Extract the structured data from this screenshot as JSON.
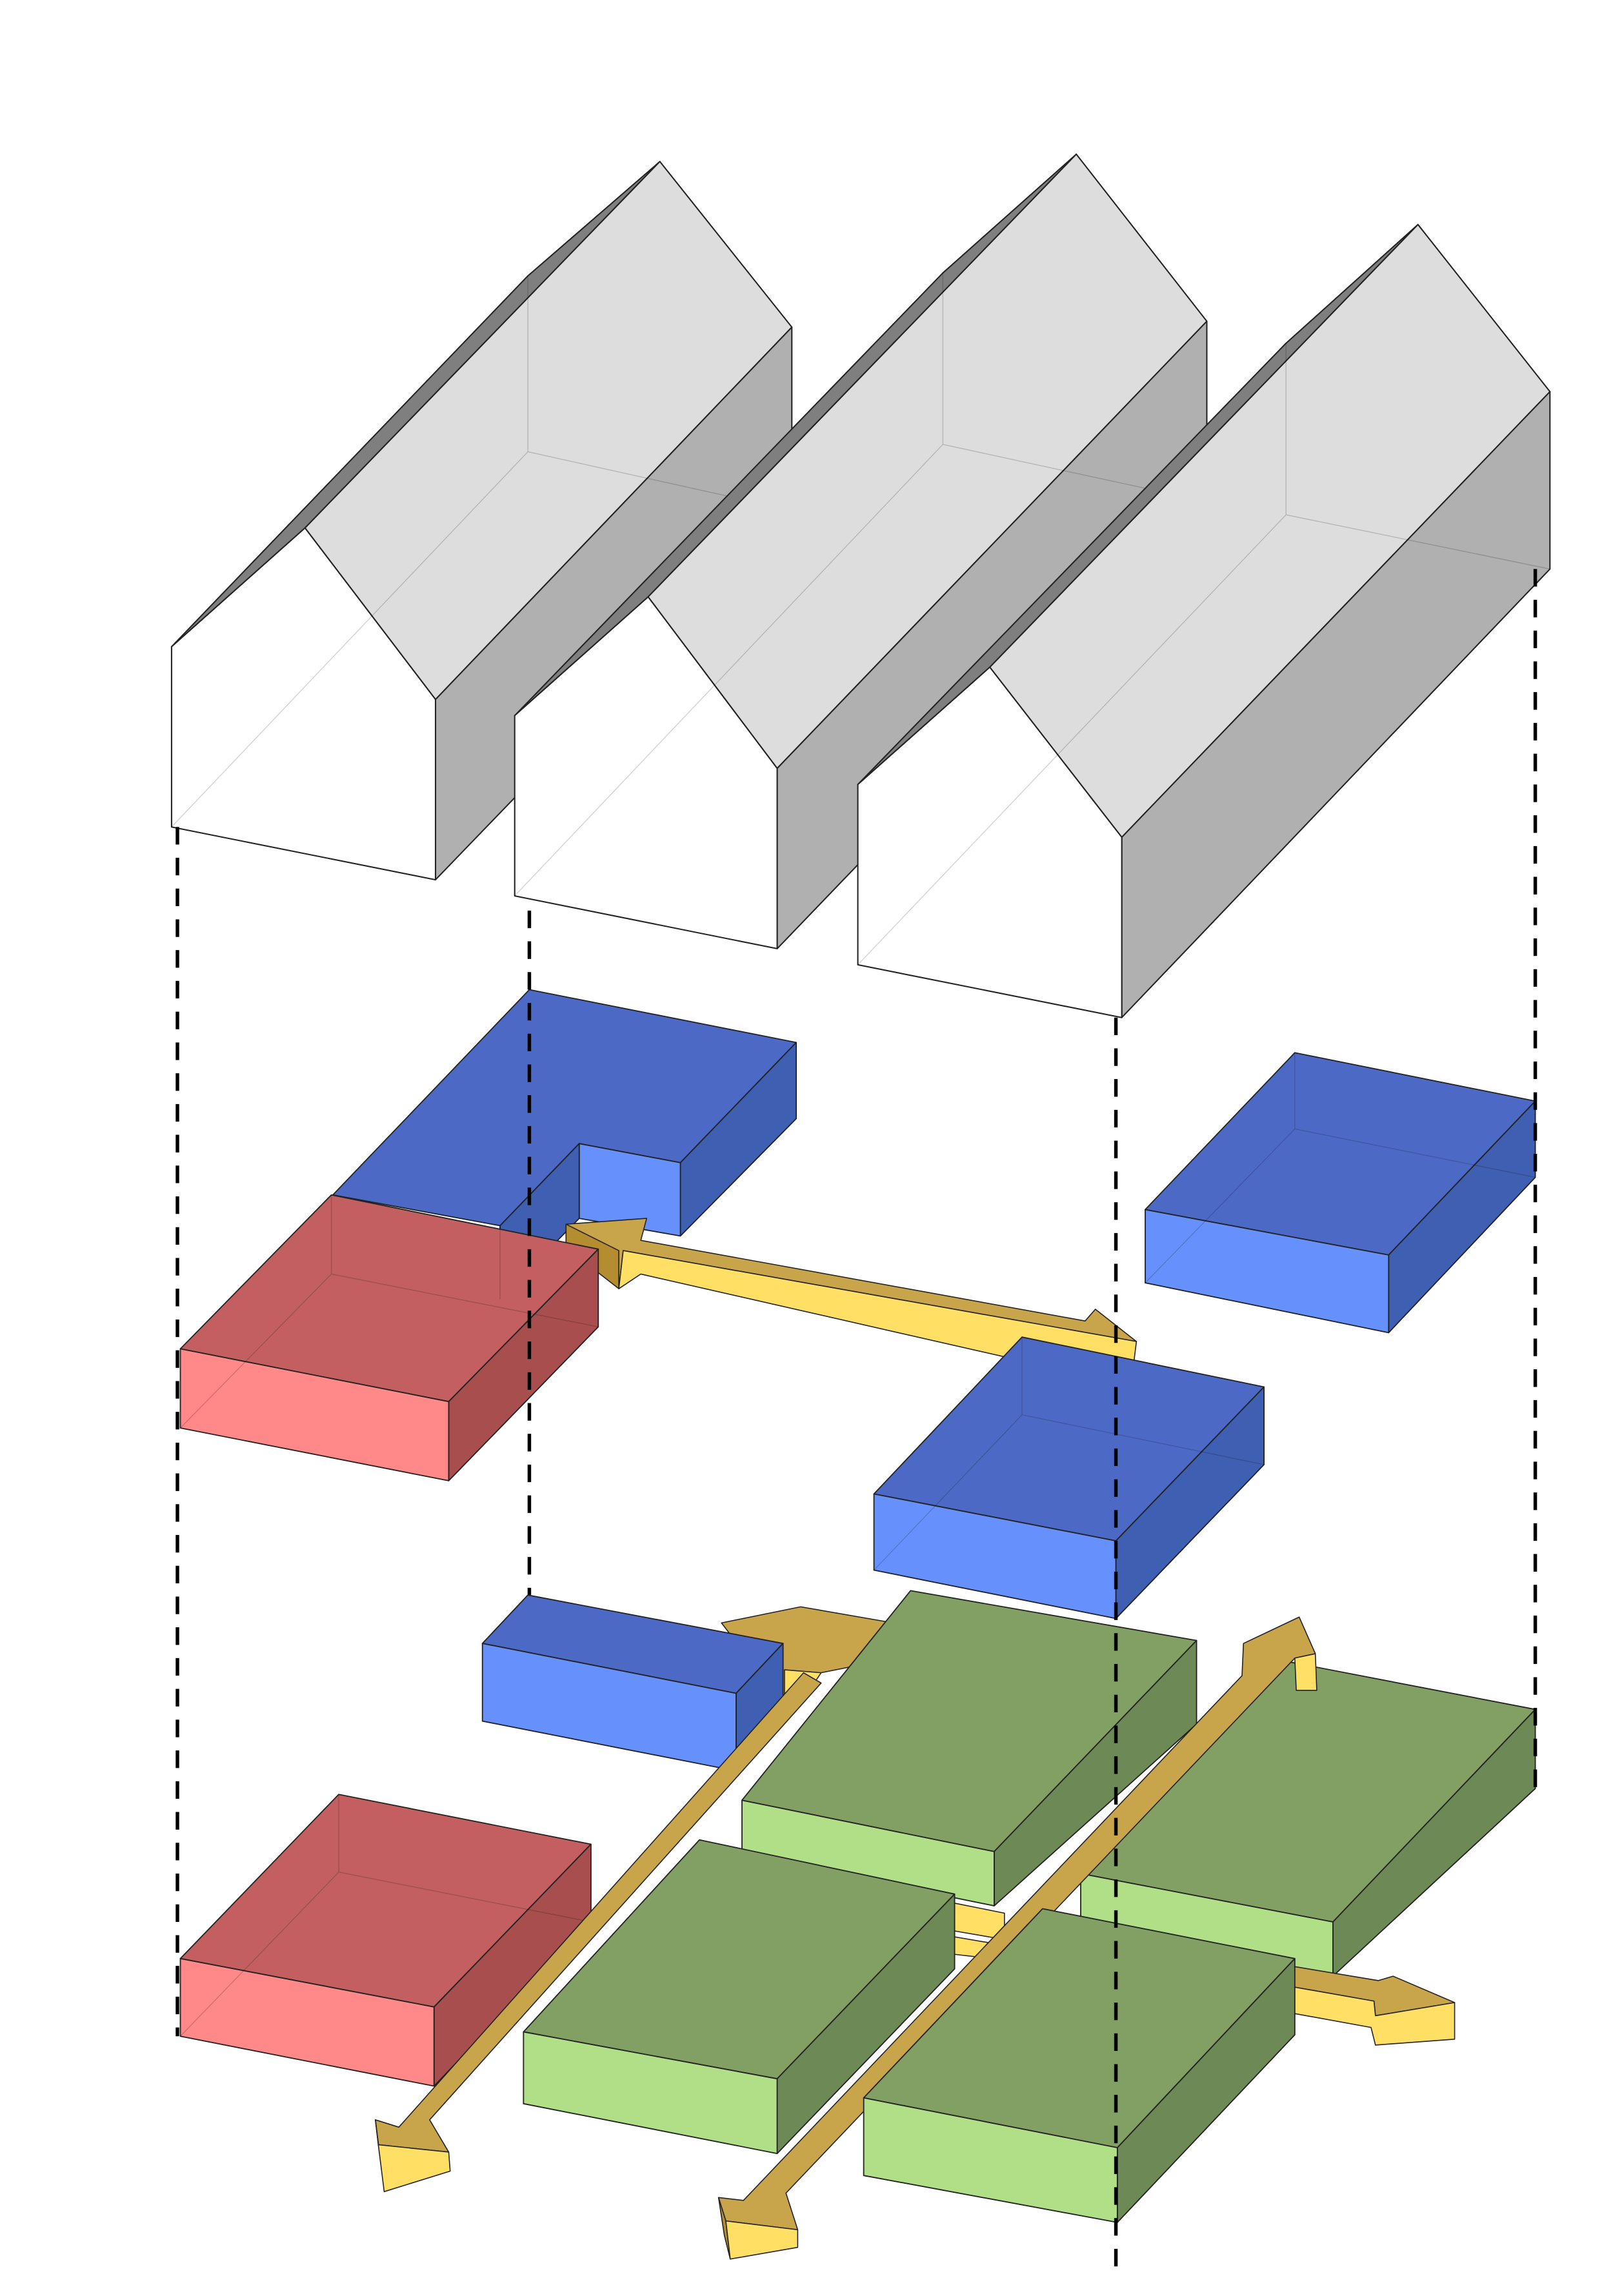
{
  "diagram": {
    "kind": "exploded axonometric",
    "colors": {
      "background": "#ffffff",
      "roof_light": "#dddddd",
      "roof_dark": "#7f7f7f",
      "wall_front": "#ffffff",
      "wall_side": "#b0b0b0",
      "blue_top": "#4d69c6",
      "blue_front": "#6690fc",
      "blue_side": "#3f5fb2",
      "red_top": "#c35f60",
      "red_front": "#ff8888",
      "red_side": "#a84e4e",
      "green_top": "#82a064",
      "green_front": "#b1df88",
      "green_side": "#6d8a56",
      "arrow_top": "#c8a44a",
      "arrow_face": "#ffe065",
      "arrow_side": "#b38d2f",
      "edge": "#222222",
      "dash": "#000000"
    },
    "layers": [
      {
        "name": "roofs",
        "count": 3
      },
      {
        "name": "upper-floor-volumes",
        "count": 5
      },
      {
        "name": "ground-floor-volumes",
        "count": 7
      }
    ],
    "icons": [
      "house-volume",
      "block-volume",
      "circulation-arrow"
    ]
  }
}
